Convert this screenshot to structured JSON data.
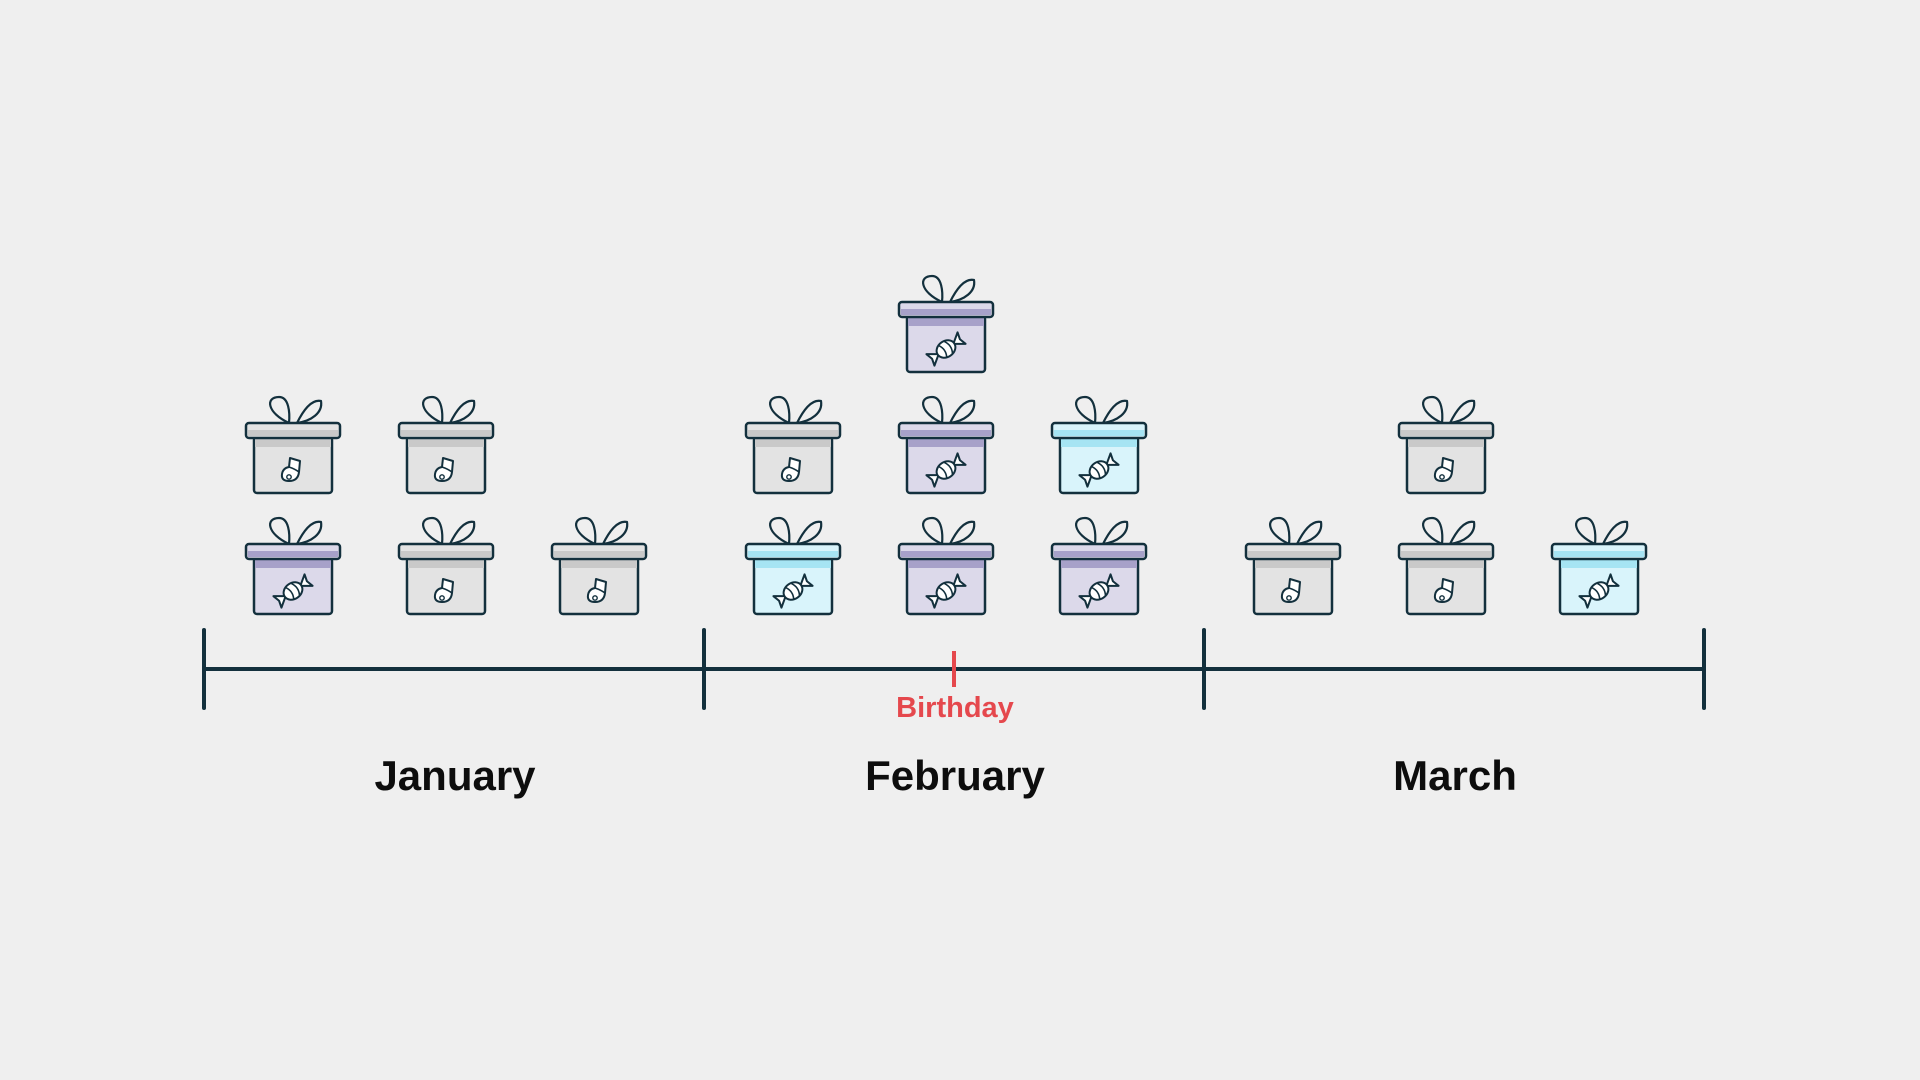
{
  "palette": {
    "background": "#efefef",
    "line": "#13303d",
    "marker": "#e5484d",
    "gift_gray": "#e3e3e3",
    "gift_gray_band": "#c9c9c9",
    "gift_purple": "#dcd9ea",
    "gift_purple_band": "#a7a1c9",
    "gift_cyan": "#d9f4fb",
    "gift_cyan_band": "#a6e4f3"
  },
  "timeline": {
    "months": [
      {
        "label": "January"
      },
      {
        "label": "February"
      },
      {
        "label": "March"
      }
    ],
    "marker": {
      "label": "Birthday",
      "month_index": 1,
      "fraction_of_month": 0.5
    }
  },
  "gifts": {
    "legend_note": "",
    "columns": [
      {
        "month": "January",
        "stack": [
          {
            "color": "purple",
            "icon": "candy-icon"
          },
          {
            "color": "gray",
            "icon": "sock-icon"
          }
        ]
      },
      {
        "month": "January",
        "stack": [
          {
            "color": "gray",
            "icon": "sock-icon"
          },
          {
            "color": "gray",
            "icon": "sock-icon"
          }
        ]
      },
      {
        "month": "January",
        "stack": [
          {
            "color": "gray",
            "icon": "sock-icon"
          }
        ]
      },
      {
        "month": "February",
        "stack": [
          {
            "color": "cyan",
            "icon": "candy-icon"
          },
          {
            "color": "gray",
            "icon": "sock-icon"
          }
        ]
      },
      {
        "month": "February",
        "stack": [
          {
            "color": "purple",
            "icon": "candy-icon"
          },
          {
            "color": "purple",
            "icon": "candy-icon"
          },
          {
            "color": "purple",
            "icon": "candy-icon"
          }
        ]
      },
      {
        "month": "February",
        "stack": [
          {
            "color": "purple",
            "icon": "candy-icon"
          },
          {
            "color": "cyan",
            "icon": "candy-icon"
          }
        ]
      },
      {
        "month": "March",
        "stack": [
          {
            "color": "gray",
            "icon": "sock-icon"
          }
        ]
      },
      {
        "month": "March",
        "stack": [
          {
            "color": "gray",
            "icon": "sock-icon"
          },
          {
            "color": "gray",
            "icon": "sock-icon"
          }
        ]
      },
      {
        "month": "March",
        "stack": [
          {
            "color": "cyan",
            "icon": "candy-icon"
          }
        ]
      }
    ]
  }
}
